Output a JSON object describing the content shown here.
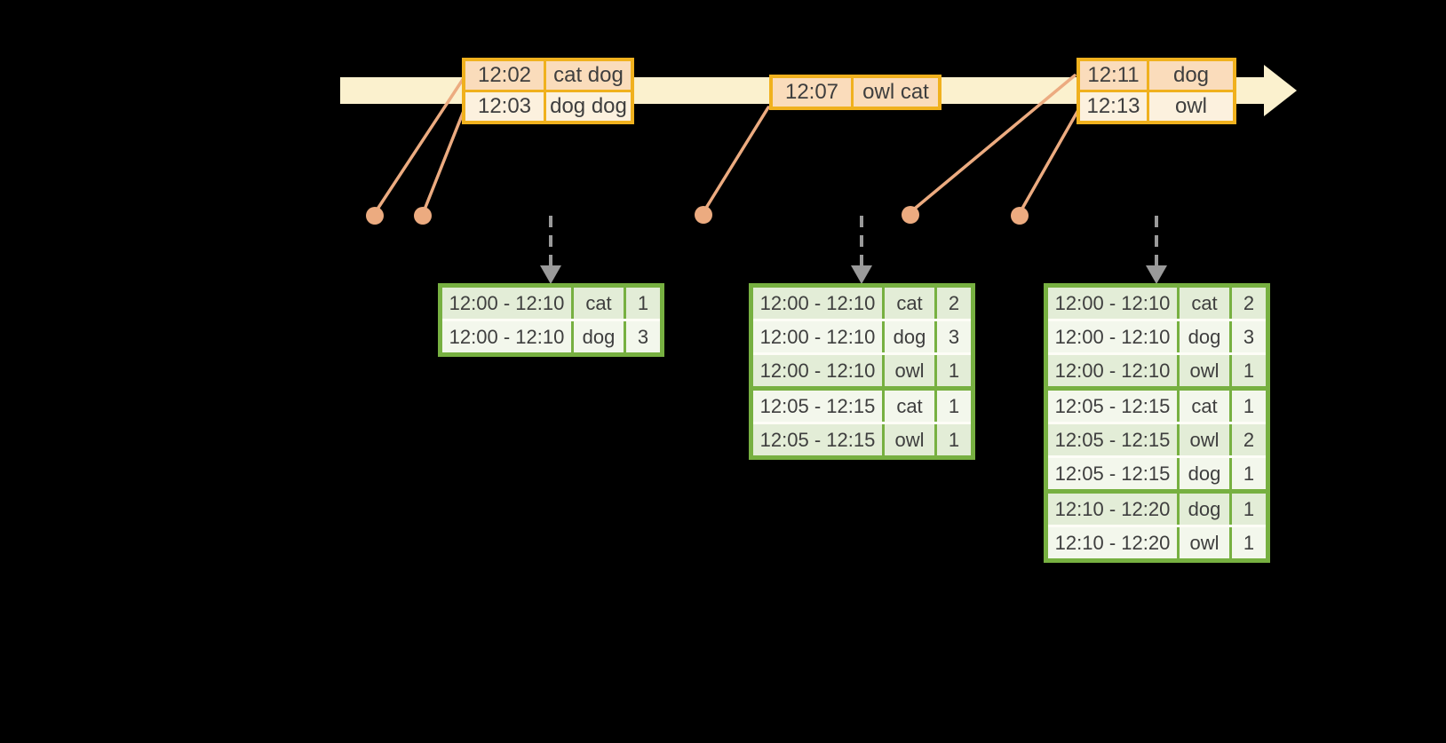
{
  "colors": {
    "background": "#000000",
    "timeline_fill": "#FBF1CE",
    "event_border": "#F0B11E",
    "event_row_dark": "#FADCBB",
    "event_row_light": "#FCF1DE",
    "connector": "#ECAB80",
    "trigger_arrow": "#9A9A9A",
    "result_border": "#77B041",
    "result_row_dark": "#E3EDD7",
    "result_row_light": "#F3F7EC",
    "row_divider": "#FDFDF6",
    "text": "#3E3E3E"
  },
  "event_tables": [
    {
      "rows": [
        {
          "time": "12:02",
          "words": "cat dog"
        },
        {
          "time": "12:03",
          "words": "dog dog"
        }
      ]
    },
    {
      "rows": [
        {
          "time": "12:07",
          "words": "owl cat"
        }
      ]
    },
    {
      "rows": [
        {
          "time": "12:11",
          "words": "dog"
        },
        {
          "time": "12:13",
          "words": "owl"
        }
      ]
    }
  ],
  "result_tables": [
    {
      "rows": [
        {
          "window": "12:00 - 12:10",
          "word": "cat",
          "count": "1"
        },
        {
          "window": "12:00 - 12:10",
          "word": "dog",
          "count": "3"
        }
      ]
    },
    {
      "rows": [
        {
          "window": "12:00 - 12:10",
          "word": "cat",
          "count": "2"
        },
        {
          "window": "12:00 - 12:10",
          "word": "dog",
          "count": "3"
        },
        {
          "window": "12:00 - 12:10",
          "word": "owl",
          "count": "1"
        },
        {
          "window": "12:05 - 12:15",
          "word": "cat",
          "count": "1"
        },
        {
          "window": "12:05 - 12:15",
          "word": "owl",
          "count": "1"
        }
      ]
    },
    {
      "rows": [
        {
          "window": "12:00 - 12:10",
          "word": "cat",
          "count": "2"
        },
        {
          "window": "12:00 - 12:10",
          "word": "dog",
          "count": "3"
        },
        {
          "window": "12:00 - 12:10",
          "word": "owl",
          "count": "1"
        },
        {
          "window": "12:05 - 12:15",
          "word": "cat",
          "count": "1"
        },
        {
          "window": "12:05 - 12:15",
          "word": "owl",
          "count": "2"
        },
        {
          "window": "12:05 - 12:15",
          "word": "dog",
          "count": "1"
        },
        {
          "window": "12:10 - 12:20",
          "word": "dog",
          "count": "1"
        },
        {
          "window": "12:10 - 12:20",
          "word": "owl",
          "count": "1"
        }
      ]
    }
  ]
}
